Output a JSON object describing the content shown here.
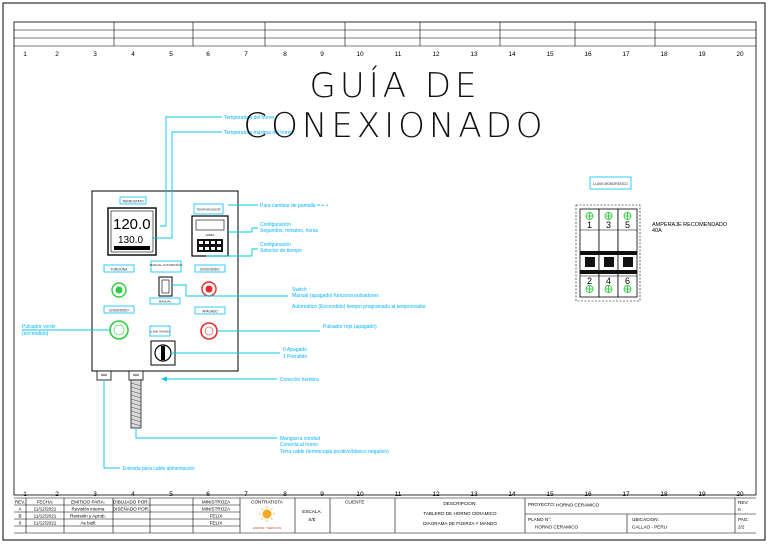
{
  "title": "GUÍA DE CONEXIONADO",
  "col_numbers": [
    "1",
    "2",
    "3",
    "4",
    "5",
    "6",
    "7",
    "8",
    "9",
    "10",
    "11",
    "12",
    "13",
    "14",
    "15",
    "16",
    "17",
    "18",
    "19",
    "20"
  ],
  "panel": {
    "controller_main_display": "120.0",
    "controller_sub_display": "130.0",
    "timer_label": "HORA",
    "labels": {
      "controller_tag": "TERMOSTATO",
      "timer_tag": "TEMPORIZADOR",
      "on_lamp_tag": "FUNCIONA",
      "selector_tag": "MANUAL AUTOMATICO",
      "off_lamp_tag": "ENCENDIDO",
      "switch_tag": "MANUAL",
      "on_button_tag": "ENCENDIDO",
      "off_button_tag": "APAGADO",
      "key_tag": "LLAVE MANDO"
    }
  },
  "annotations": {
    "oven_temp": "Temperatura del horno",
    "max_temp": "Temperatura máxima del horno",
    "change_params": "Para cambiar de pantalla = + +",
    "config_1a": "Configuración",
    "config_1b": "Segundos, minutos, horas",
    "config_2a": "Configuración",
    "config_2b": "Selector de tiempo",
    "switch_a": "Switch",
    "switch_b": "Manual (apagado) funciona pulsadores",
    "switch_c": "Automático (Encendido) tiempo programado al temporizador",
    "green_btn_a": "Pulsador verde",
    "green_btn_b": "(encendido)",
    "red_btn": "Pulsador rojo (apagado)",
    "key_a": "0 Apagado",
    "key_b": "1 Prendido",
    "glands": "Conector hembra",
    "conduit_a": "Manguera conduit",
    "conduit_b": "Conecta al horno",
    "conduit_c": "Tetra cable (termocupla positivo/blanco negativo)",
    "supply": "Entrada para cable alimentación"
  },
  "breaker": {
    "tag": "LLAVE MONOFÁSICO",
    "top_terminals": [
      "1",
      "3",
      "5"
    ],
    "bottom_terminals": [
      "2",
      "4",
      "6"
    ],
    "amp_label": "AMPERAJE RECOMENDADO",
    "amp_value": "40A"
  },
  "title_block": {
    "headers": {
      "rev": "REV.",
      "date": "FECHA:",
      "issued": "EMITIDO PARA:",
      "drawn": "DIBUJADO POR:",
      "designed": "MINISTROZA",
      "contractor": "CONTRATISTA",
      "scale": "ESCALA:",
      "scale_value": "S/E",
      "client": "CLIENTE",
      "description": "DESCRIPCION:",
      "project": "PROYECTO:",
      "project_value": "HORNO CERAMICO",
      "sheet_rev": "REV:",
      "sheet_rev_value": "0"
    },
    "rows": [
      {
        "rev": "A",
        "date": "11/12/2021",
        "issued": "Revisión interna",
        "drawn": "DISEÑADO POR:",
        "by": "MINISTROZA"
      },
      {
        "rev": "B",
        "date": "11/12/2021",
        "issued": "Revisión y Aprob.",
        "drawn": "",
        "by": "FELIX"
      },
      {
        "rev": "0",
        "date": "11/12/2021",
        "issued": "As built",
        "drawn": "",
        "by": "FELIX"
      }
    ],
    "desc_line1": "TABLERO DE HORNO CERAMICO",
    "desc_line2": "DIAGRAMA DE FUERZA Y MANDO",
    "plano_label": "PLANO N°:",
    "plano_value": "HORNO CERAMICO",
    "location_label": "UBICACION:",
    "location_value": "CALLAO - PERU",
    "page_label": "PAG:",
    "page_value": "2/2",
    "logo_text": "HORNOS Y SERVICIOS"
  }
}
